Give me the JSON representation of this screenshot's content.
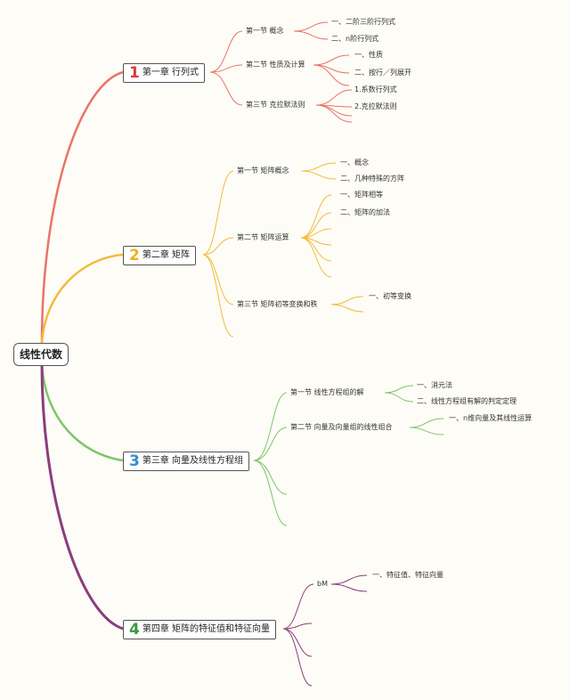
{
  "root": "线性代数",
  "colors": {
    "ch1": "#e8746a",
    "ch2": "#f2bb3a",
    "ch3": "#7cc66a",
    "ch4": "#8a3d7e",
    "num1": "#d93a3a",
    "num2": "#efb21c",
    "num3": "#2f8fd0",
    "num4": "#3a9a3a"
  },
  "chapters": [
    {
      "num": "1",
      "title": "第一章 行列式",
      "sections": [
        {
          "title": "第一节 概念",
          "items": [
            "一、二阶三阶行列式",
            "二、n阶行列式"
          ]
        },
        {
          "title": "第二节 性质及计算",
          "items": [
            "一、性质",
            "二、按行／列展开"
          ]
        },
        {
          "title": "第三节 克拉默法则",
          "items": [
            "1.系数行列式",
            "2.克拉默法则"
          ]
        }
      ]
    },
    {
      "num": "2",
      "title": "第二章 矩阵",
      "sections": [
        {
          "title": "第一节 矩阵概念",
          "items": [
            "一、概念",
            "二、几种特殊的方阵"
          ]
        },
        {
          "title": "第二节 矩阵运算",
          "items": [
            "一、矩阵相等",
            "二、矩阵的加法"
          ]
        },
        {
          "title": "第三节 矩阵初等变换和秩",
          "items": [
            "一、初等变换"
          ]
        }
      ]
    },
    {
      "num": "3",
      "title": "第三章 向量及线性方程组",
      "sections": [
        {
          "title": "第一节 线性方程组的解",
          "items": [
            "一、消元法",
            "二、线性方程组有解的判定定理"
          ]
        },
        {
          "title": "第二节 向量及向量组的线性组合",
          "items": [
            "一、n维向量及其线性运算"
          ]
        }
      ]
    },
    {
      "num": "4",
      "title": "第四章 矩阵的特征值和特征向量",
      "sections": [
        {
          "title": "bM",
          "items": [
            "一、特征值、特征向量"
          ]
        }
      ]
    }
  ]
}
